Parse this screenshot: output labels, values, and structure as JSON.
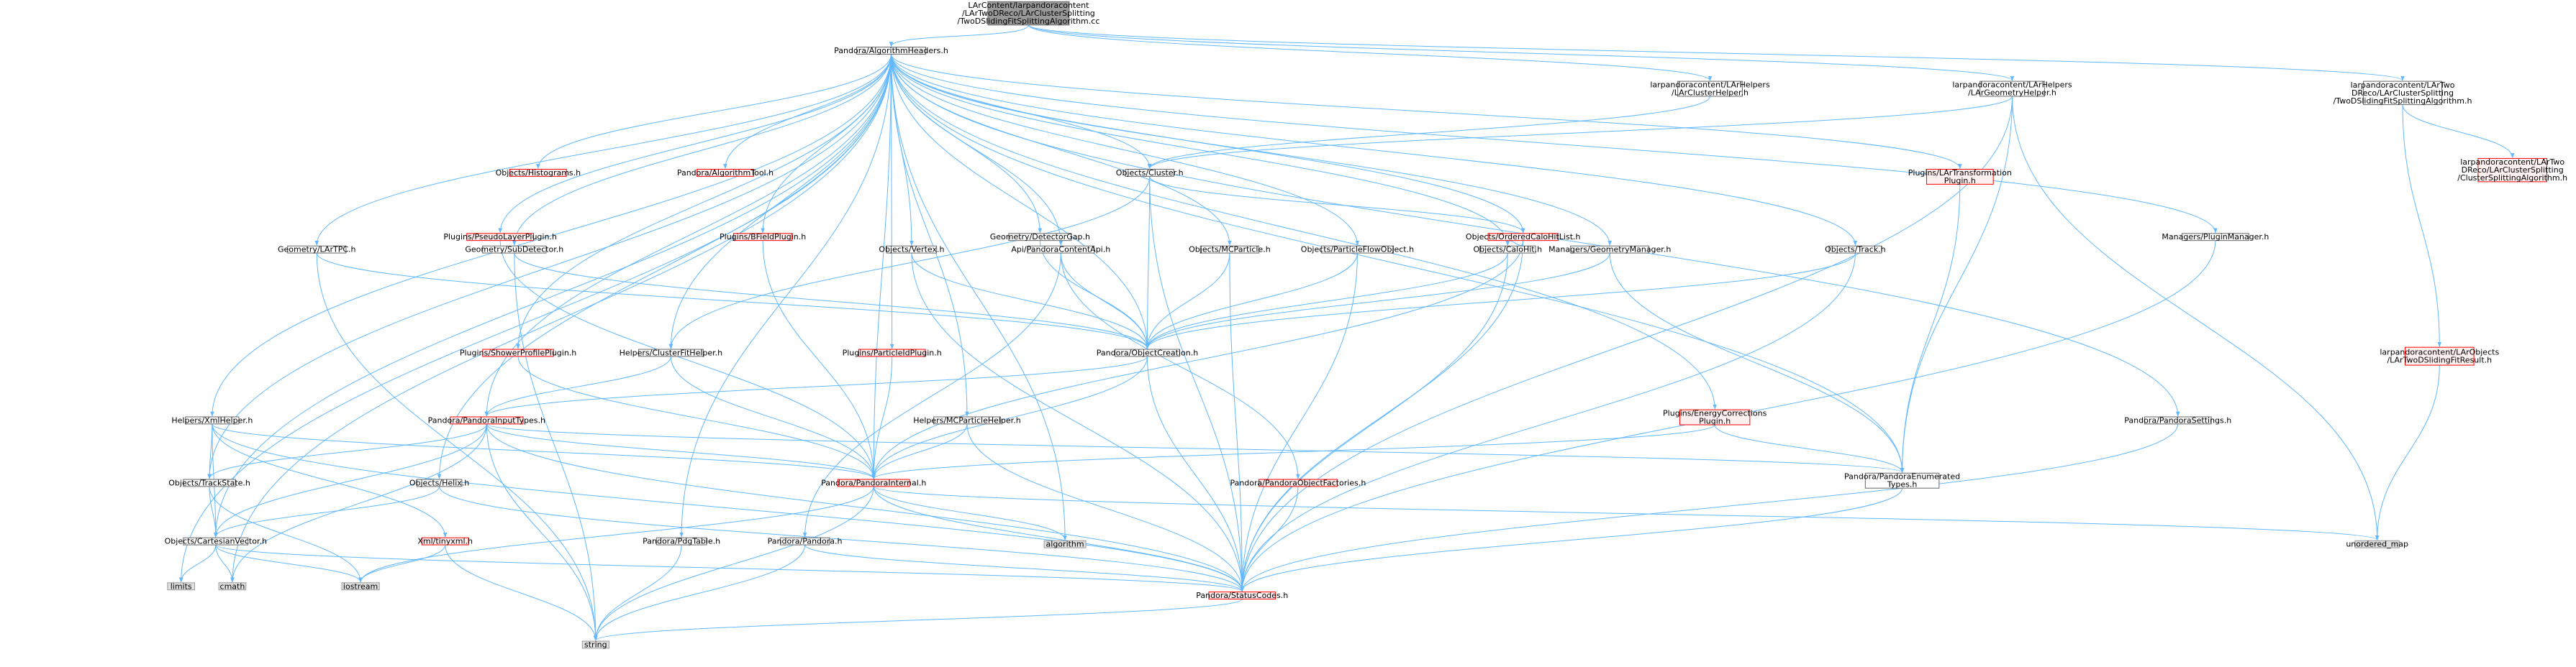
{
  "colors": {
    "edge": "#63b8ff",
    "root_fill": "#999999",
    "root_border": "#666666",
    "normal_fill": "#ffffff",
    "normal_border": "#666666",
    "missing_fill": "#fff0f0",
    "missing_border": "#ff0000",
    "system_fill": "#e0e0e0",
    "system_border": "#999999"
  },
  "nodes": [
    {
      "id": "root",
      "kind": "root",
      "lines": [
        "LArContent/larpandoracontent",
        "/LArTwoDReco/LArClusterSplitting",
        "/TwoDSlidingFitSplittingAlgorithm.cc"
      ]
    },
    {
      "id": "algheaders",
      "kind": "normal",
      "lines": [
        "Pandora/AlgorithmHeaders.h"
      ]
    },
    {
      "id": "clusterhelper",
      "kind": "normal",
      "lines": [
        "larpandoracontent/LArHelpers",
        "/LArClusterHelper.h"
      ]
    },
    {
      "id": "geomhelper",
      "kind": "normal",
      "lines": [
        "larpandoracontent/LArHelpers",
        "/LArGeometryHelper.h"
      ]
    },
    {
      "id": "twodalgh",
      "kind": "normal",
      "lines": [
        "larpandoracontent/LArTwo",
        "DReco/LArClusterSplitting",
        "/TwoDSlidingFitSplittingAlgorithm.h"
      ]
    },
    {
      "id": "clustersplitalg",
      "kind": "missing",
      "lines": [
        "larpandoracontent/LArTwo",
        "DReco/LArClusterSplitting",
        "/ClusterSplittingAlgorithm.h"
      ]
    },
    {
      "id": "slidingfitresult",
      "kind": "missing",
      "lines": [
        "larpandoracontent/LArObjects",
        "/LArTwoDSlidingFitResult.h"
      ]
    },
    {
      "id": "histograms",
      "kind": "missing",
      "lines": [
        "Objects/Histograms.h"
      ]
    },
    {
      "id": "algtool",
      "kind": "missing",
      "lines": [
        "Pandora/AlgorithmTool.h"
      ]
    },
    {
      "id": "cluster",
      "kind": "normal",
      "lines": [
        "Objects/Cluster.h"
      ]
    },
    {
      "id": "transplugin",
      "kind": "missing",
      "lines": [
        "Plugins/LArTransformation",
        "Plugin.h"
      ]
    },
    {
      "id": "pseudolayer",
      "kind": "missing",
      "lines": [
        "Plugins/PseudoLayerPlugin.h"
      ]
    },
    {
      "id": "bfield",
      "kind": "missing",
      "lines": [
        "Plugins/BFieldPlugin.h"
      ]
    },
    {
      "id": "detgap",
      "kind": "normal",
      "lines": [
        "Geometry/DetectorGap.h"
      ]
    },
    {
      "id": "orderedcalo",
      "kind": "missing",
      "lines": [
        "Objects/OrderedCaloHitList.h"
      ]
    },
    {
      "id": "pluginmgr",
      "kind": "normal",
      "lines": [
        "Managers/PluginManager.h"
      ]
    },
    {
      "id": "lartpc",
      "kind": "normal",
      "lines": [
        "Geometry/LArTPC.h"
      ]
    },
    {
      "id": "subdetector",
      "kind": "normal",
      "lines": [
        "Geometry/SubDetector.h"
      ]
    },
    {
      "id": "vertex",
      "kind": "normal",
      "lines": [
        "Objects/Vertex.h"
      ]
    },
    {
      "id": "apicontent",
      "kind": "normal",
      "lines": [
        "Api/PandoraContentApi.h"
      ]
    },
    {
      "id": "mcparticle",
      "kind": "normal",
      "lines": [
        "Objects/MCParticle.h"
      ]
    },
    {
      "id": "pfo",
      "kind": "normal",
      "lines": [
        "Objects/ParticleFlowObject.h"
      ]
    },
    {
      "id": "calohit",
      "kind": "normal",
      "lines": [
        "Objects/CaloHit.h"
      ]
    },
    {
      "id": "geommgr",
      "kind": "normal",
      "lines": [
        "Managers/GeometryManager.h"
      ]
    },
    {
      "id": "track",
      "kind": "normal",
      "lines": [
        "Objects/Track.h"
      ]
    },
    {
      "id": "showerplugin",
      "kind": "missing",
      "lines": [
        "Plugins/ShowerProfilePlugin.h"
      ]
    },
    {
      "id": "clusterfit",
      "kind": "normal",
      "lines": [
        "Helpers/ClusterFitHelper.h"
      ]
    },
    {
      "id": "particleid",
      "kind": "missing",
      "lines": [
        "Plugins/ParticleIdPlugin.h"
      ]
    },
    {
      "id": "objcreation",
      "kind": "normal",
      "lines": [
        "Pandora/ObjectCreation.h"
      ]
    },
    {
      "id": "energycorr",
      "kind": "missing",
      "lines": [
        "Plugins/EnergyCorrections",
        "Plugin.h"
      ]
    },
    {
      "id": "settings",
      "kind": "normal",
      "lines": [
        "Pandora/PandoraSettings.h"
      ]
    },
    {
      "id": "xmlhelper",
      "kind": "normal",
      "lines": [
        "Helpers/XmlHelper.h"
      ]
    },
    {
      "id": "inputtypes",
      "kind": "missing",
      "lines": [
        "Pandora/PandoraInputTypes.h"
      ]
    },
    {
      "id": "mcphelper",
      "kind": "normal",
      "lines": [
        "Helpers/MCParticleHelper.h"
      ]
    },
    {
      "id": "tracksate",
      "kind": "normal",
      "lines": [
        "Objects/TrackState.h"
      ]
    },
    {
      "id": "helix",
      "kind": "normal",
      "lines": [
        "Objects/Helix.h"
      ]
    },
    {
      "id": "internal",
      "kind": "missing",
      "lines": [
        "Pandora/PandoraInternal.h"
      ]
    },
    {
      "id": "objfactories",
      "kind": "missing",
      "lines": [
        "Pandora/PandoraObjectFactories.h"
      ]
    },
    {
      "id": "enumtypes",
      "kind": "normal",
      "lines": [
        "Pandora/PandoraEnumerated",
        "Types.h"
      ]
    },
    {
      "id": "cartesian",
      "kind": "normal",
      "lines": [
        "Objects/CartesianVector.h"
      ]
    },
    {
      "id": "tinyxml",
      "kind": "missing",
      "lines": [
        "Xml/tinyxml.h"
      ]
    },
    {
      "id": "pdgtable",
      "kind": "normal",
      "lines": [
        "Pandora/PdgTable.h"
      ]
    },
    {
      "id": "pandora",
      "kind": "normal",
      "lines": [
        "Pandora/Pandora.h"
      ]
    },
    {
      "id": "algorithm",
      "kind": "system",
      "lines": [
        "algorithm"
      ]
    },
    {
      "id": "unorderedmap",
      "kind": "system",
      "lines": [
        "unordered_map"
      ]
    },
    {
      "id": "limits",
      "kind": "system",
      "lines": [
        "limits"
      ]
    },
    {
      "id": "cmath",
      "kind": "system",
      "lines": [
        "cmath"
      ]
    },
    {
      "id": "iostream",
      "kind": "system",
      "lines": [
        "iostream"
      ]
    },
    {
      "id": "statuscodes",
      "kind": "missing",
      "lines": [
        "Pandora/StatusCodes.h"
      ]
    },
    {
      "id": "string",
      "kind": "system",
      "lines": [
        "string"
      ]
    }
  ],
  "edges": [
    [
      "root",
      "algheaders"
    ],
    [
      "root",
      "clusterhelper"
    ],
    [
      "root",
      "geomhelper"
    ],
    [
      "root",
      "twodalgh"
    ],
    [
      "twodalgh",
      "clustersplitalg"
    ],
    [
      "twodalgh",
      "slidingfitresult"
    ],
    [
      "slidingfitresult",
      "unorderedmap"
    ],
    [
      "clusterhelper",
      "cluster"
    ],
    [
      "geomhelper",
      "cluster"
    ],
    [
      "geomhelper",
      "enumtypes"
    ],
    [
      "geomhelper",
      "statuscodes"
    ],
    [
      "geomhelper",
      "unorderedmap"
    ],
    [
      "algheaders",
      "histograms"
    ],
    [
      "algheaders",
      "algtool"
    ],
    [
      "algheaders",
      "cluster"
    ],
    [
      "algheaders",
      "transplugin"
    ],
    [
      "algheaders",
      "pseudolayer"
    ],
    [
      "algheaders",
      "bfield"
    ],
    [
      "algheaders",
      "detgap"
    ],
    [
      "algheaders",
      "orderedcalo"
    ],
    [
      "algheaders",
      "pluginmgr"
    ],
    [
      "algheaders",
      "lartpc"
    ],
    [
      "algheaders",
      "subdetector"
    ],
    [
      "algheaders",
      "vertex"
    ],
    [
      "algheaders",
      "apicontent"
    ],
    [
      "algheaders",
      "mcparticle"
    ],
    [
      "algheaders",
      "pfo"
    ],
    [
      "algheaders",
      "calohit"
    ],
    [
      "algheaders",
      "geommgr"
    ],
    [
      "algheaders",
      "track"
    ],
    [
      "algheaders",
      "showerplugin"
    ],
    [
      "algheaders",
      "clusterfit"
    ],
    [
      "algheaders",
      "particleid"
    ],
    [
      "algheaders",
      "objcreation"
    ],
    [
      "algheaders",
      "energycorr"
    ],
    [
      "algheaders",
      "settings"
    ],
    [
      "algheaders",
      "xmlhelper"
    ],
    [
      "algheaders",
      "inputtypes"
    ],
    [
      "algheaders",
      "mcphelper"
    ],
    [
      "algheaders",
      "tracksate"
    ],
    [
      "algheaders",
      "helix"
    ],
    [
      "algheaders",
      "internal"
    ],
    [
      "algheaders",
      "enumtypes"
    ],
    [
      "algheaders",
      "cartesian"
    ],
    [
      "algheaders",
      "pdgtable"
    ],
    [
      "algheaders",
      "algorithm"
    ],
    [
      "algheaders",
      "limits"
    ],
    [
      "algheaders",
      "cmath"
    ],
    [
      "cluster",
      "clusterfit"
    ],
    [
      "cluster",
      "orderedcalo"
    ],
    [
      "cluster",
      "objcreation"
    ],
    [
      "cluster",
      "statuscodes"
    ],
    [
      "orderedcalo",
      "calohit"
    ],
    [
      "orderedcalo",
      "internal"
    ],
    [
      "orderedcalo",
      "statuscodes"
    ],
    [
      "transplugin",
      "enumtypes"
    ],
    [
      "pluginmgr",
      "statuscodes"
    ],
    [
      "lartpc",
      "objcreation"
    ],
    [
      "lartpc",
      "string"
    ],
    [
      "subdetector",
      "objcreation"
    ],
    [
      "subdetector",
      "string"
    ],
    [
      "vertex",
      "objcreation"
    ],
    [
      "vertex",
      "statuscodes"
    ],
    [
      "apicontent",
      "objcreation"
    ],
    [
      "apicontent",
      "objfactories"
    ],
    [
      "apicontent",
      "pandora"
    ],
    [
      "detgap",
      "objcreation"
    ],
    [
      "mcparticle",
      "objcreation"
    ],
    [
      "mcparticle",
      "statuscodes"
    ],
    [
      "pfo",
      "objcreation"
    ],
    [
      "pfo",
      "statuscodes"
    ],
    [
      "calohit",
      "objcreation"
    ],
    [
      "calohit",
      "statuscodes"
    ],
    [
      "geommgr",
      "objcreation"
    ],
    [
      "geommgr",
      "enumtypes"
    ],
    [
      "track",
      "objcreation"
    ],
    [
      "track",
      "statuscodes"
    ],
    [
      "pseudolayer",
      "internal"
    ],
    [
      "bfield",
      "internal"
    ],
    [
      "showerplugin",
      "internal"
    ],
    [
      "particleid",
      "internal"
    ],
    [
      "clusterfit",
      "inputtypes"
    ],
    [
      "clusterfit",
      "internal"
    ],
    [
      "objcreation",
      "inputtypes"
    ],
    [
      "objcreation",
      "internal"
    ],
    [
      "objcreation",
      "statuscodes"
    ],
    [
      "energycorr",
      "internal"
    ],
    [
      "energycorr",
      "enumtypes"
    ],
    [
      "settings",
      "statuscodes"
    ],
    [
      "xmlhelper",
      "internal"
    ],
    [
      "xmlhelper",
      "tracksate"
    ],
    [
      "xmlhelper",
      "cartesian"
    ],
    [
      "xmlhelper",
      "tinyxml"
    ],
    [
      "xmlhelper",
      "statuscodes"
    ],
    [
      "inputtypes",
      "internal"
    ],
    [
      "inputtypes",
      "tracksate"
    ],
    [
      "inputtypes",
      "cartesian"
    ],
    [
      "inputtypes",
      "enumtypes"
    ],
    [
      "inputtypes",
      "statuscodes"
    ],
    [
      "inputtypes",
      "string"
    ],
    [
      "inputtypes",
      "cmath"
    ],
    [
      "mcphelper",
      "internal"
    ],
    [
      "mcphelper",
      "statuscodes"
    ],
    [
      "tracksate",
      "cartesian"
    ],
    [
      "tracksate",
      "iostream"
    ],
    [
      "helix",
      "cartesian"
    ],
    [
      "helix",
      "statuscodes"
    ],
    [
      "internal",
      "algorithm"
    ],
    [
      "internal",
      "unorderedmap"
    ],
    [
      "internal",
      "statuscodes"
    ],
    [
      "internal",
      "string"
    ],
    [
      "internal",
      "iostream"
    ],
    [
      "objfactories",
      "statuscodes"
    ],
    [
      "enumtypes",
      "statuscodes"
    ],
    [
      "cartesian",
      "statuscodes"
    ],
    [
      "cartesian",
      "limits"
    ],
    [
      "cartesian",
      "cmath"
    ],
    [
      "cartesian",
      "iostream"
    ],
    [
      "tinyxml",
      "iostream"
    ],
    [
      "tinyxml",
      "string"
    ],
    [
      "pdgtable",
      "string"
    ],
    [
      "pandora",
      "statuscodes"
    ],
    [
      "pandora",
      "string"
    ],
    [
      "statuscodes",
      "string"
    ]
  ]
}
